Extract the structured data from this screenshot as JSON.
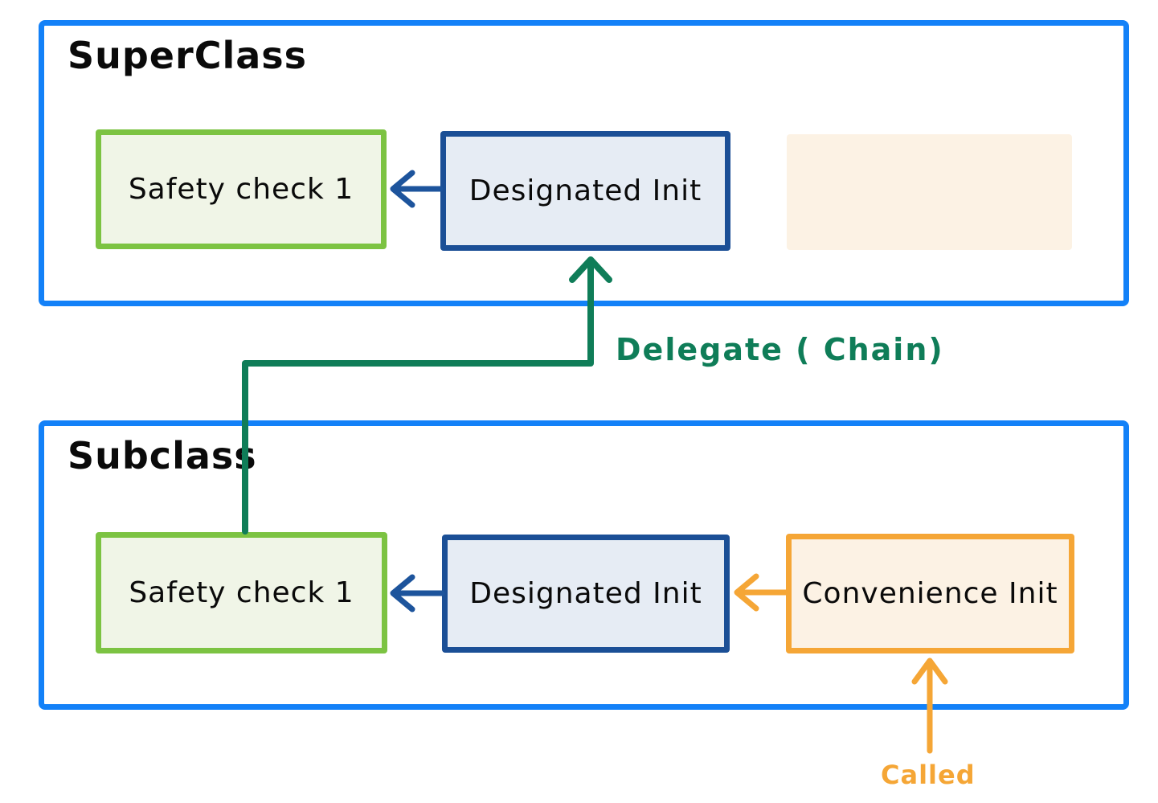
{
  "colors": {
    "frame_blue": "#1381f8",
    "green_border": "#7cc342",
    "green_fill": "#f0f5e7",
    "navy_border": "#1b4f96",
    "navy_fill": "#e6ecf4",
    "navy_arrow": "#1d549c",
    "orange": "#f5a636",
    "peach_fill": "#fcf2e4",
    "teal": "#0f7d58",
    "ink": "#0a0a0a"
  },
  "superclass": {
    "label": "SuperClass",
    "safety_check_label": "Safety check 1",
    "designated_init_label": "Designated Init"
  },
  "subclass": {
    "label": "Subclass",
    "safety_check_label": "Safety check 1",
    "designated_init_label": "Designated Init",
    "convenience_init_label": "Convenience Init"
  },
  "annotations": {
    "delegate_chain_label": "Delegate ( Chain)",
    "called_label": "Called"
  }
}
